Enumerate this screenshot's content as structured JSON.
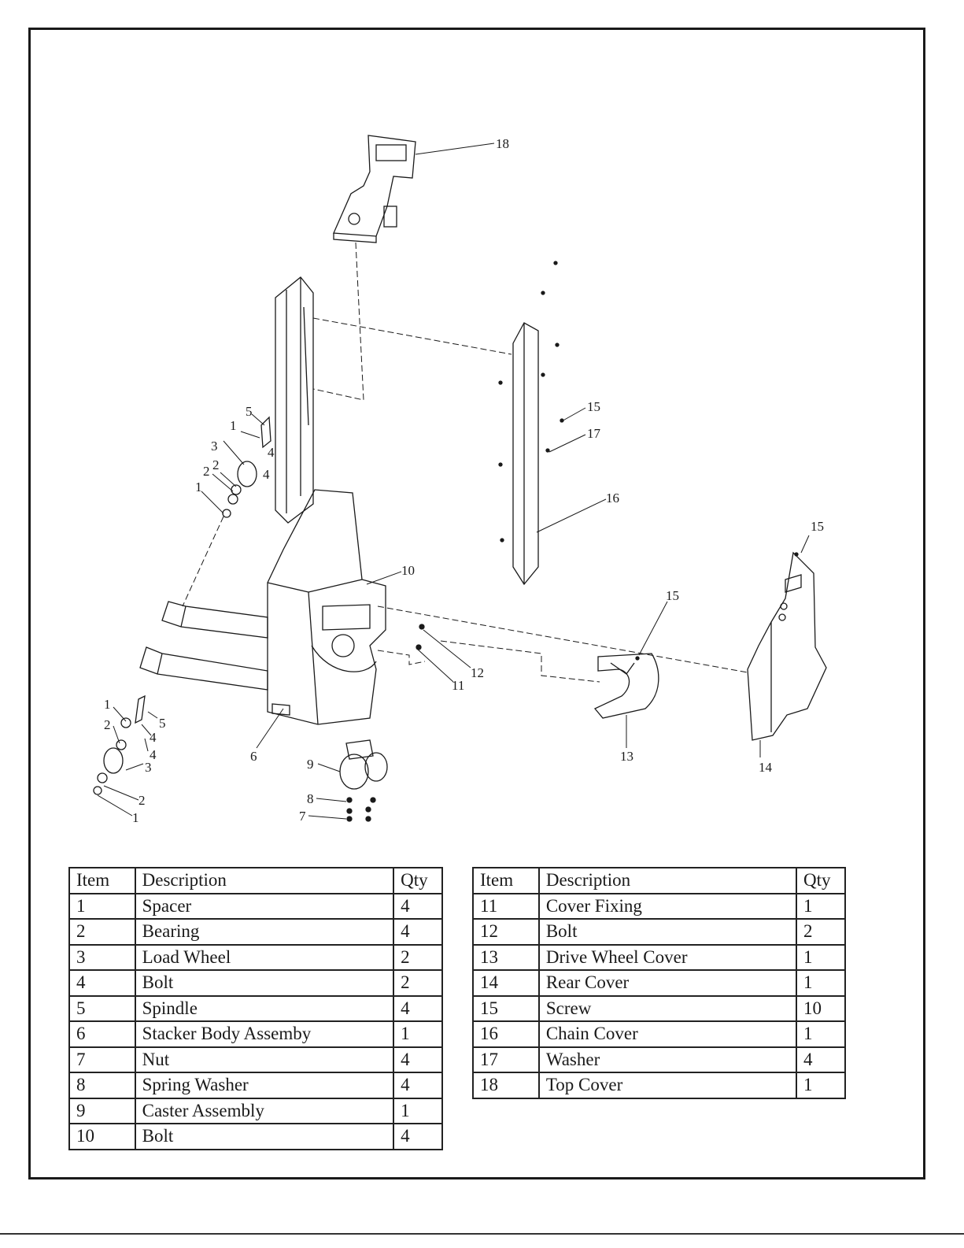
{
  "diagram": {
    "callouts": [
      "1",
      "2",
      "3",
      "4",
      "5",
      "6",
      "7",
      "8",
      "9",
      "10",
      "11",
      "12",
      "13",
      "14",
      "15",
      "16",
      "17",
      "18"
    ]
  },
  "tables": {
    "headers": {
      "item": "Item",
      "description": "Description",
      "qty": "Qty"
    },
    "left": [
      {
        "item": "1",
        "description": "Spacer",
        "qty": "4"
      },
      {
        "item": "2",
        "description": "Bearing",
        "qty": "4"
      },
      {
        "item": "3",
        "description": "Load Wheel",
        "qty": "2"
      },
      {
        "item": "4",
        "description": "Bolt",
        "qty": "2"
      },
      {
        "item": "5",
        "description": "Spindle",
        "qty": "4"
      },
      {
        "item": "6",
        "description": "Stacker Body Assemby",
        "qty": "1"
      },
      {
        "item": "7",
        "description": "Nut",
        "qty": "4"
      },
      {
        "item": "8",
        "description": "Spring Washer",
        "qty": "4"
      },
      {
        "item": "9",
        "description": "Caster Assembly",
        "qty": "1"
      },
      {
        "item": "10",
        "description": "Bolt",
        "qty": "4"
      }
    ],
    "right": [
      {
        "item": "11",
        "description": "Cover Fixing",
        "qty": "1"
      },
      {
        "item": "12",
        "description": "Bolt",
        "qty": "2"
      },
      {
        "item": "13",
        "description": "Drive Wheel Cover",
        "qty": "1"
      },
      {
        "item": "14",
        "description": "Rear Cover",
        "qty": "1"
      },
      {
        "item": "15",
        "description": "Screw",
        "qty": "10"
      },
      {
        "item": "16",
        "description": "Chain Cover",
        "qty": "1"
      },
      {
        "item": "17",
        "description": "Washer",
        "qty": "4"
      },
      {
        "item": "18",
        "description": "Top Cover",
        "qty": "1"
      }
    ]
  }
}
